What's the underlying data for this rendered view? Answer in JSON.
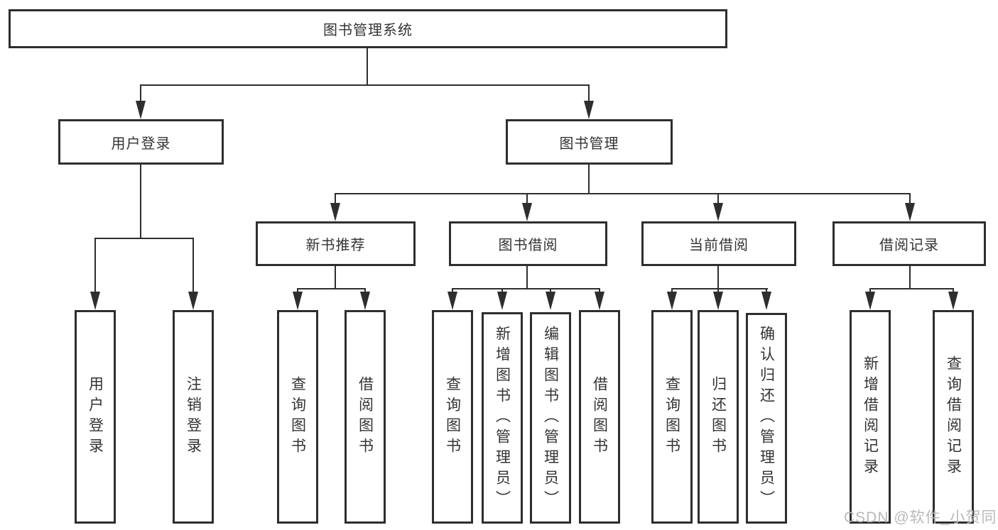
{
  "tree": {
    "root": {
      "label": "图书管理系统"
    },
    "children": [
      {
        "label": "用户登录",
        "children": [
          {
            "label": "用户登录"
          },
          {
            "label": "注销登录"
          }
        ]
      },
      {
        "label": "图书管理",
        "children": [
          {
            "label": "新书推荐",
            "children": [
              {
                "label": "查询图书"
              },
              {
                "label": "借阅图书"
              }
            ]
          },
          {
            "label": "图书借阅",
            "children": [
              {
                "label": "查询图书"
              },
              {
                "label": "新增图书（管理员）"
              },
              {
                "label": "编辑图书（管理员）"
              },
              {
                "label": "借阅图书"
              }
            ]
          },
          {
            "label": "当前借阅",
            "children": [
              {
                "label": "查询图书"
              },
              {
                "label": "归还图书"
              },
              {
                "label": "确认归还（管理员）"
              }
            ]
          },
          {
            "label": "借阅记录",
            "children": [
              {
                "label": "新增借阅记录"
              },
              {
                "label": "查询借阅记录"
              }
            ]
          }
        ]
      }
    ]
  },
  "watermark": {
    "text": "CSDN @软件_小贺同学"
  },
  "colors": {
    "line": "#2e2e2e",
    "text": "#333333",
    "watermark": "#b9b9b9",
    "background": "#ffffff"
  }
}
